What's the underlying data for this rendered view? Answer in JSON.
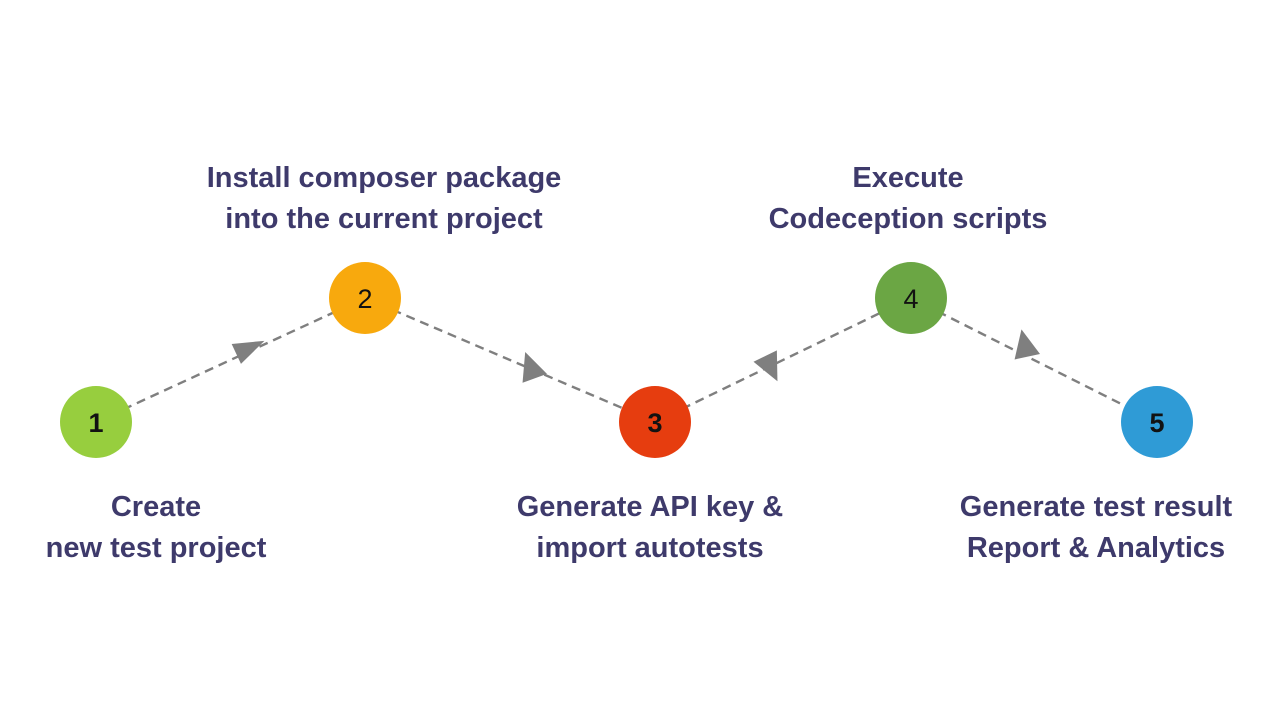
{
  "diagram": {
    "background": "#FFFFFF",
    "text_color": "#3E3A6B",
    "number_color": "#121212",
    "connector": {
      "style": "dashed",
      "color": "#7F7F7F",
      "arrowhead_color": "#7F7F7F"
    },
    "steps": [
      {
        "number": "1",
        "circle_color": "#97CE3E",
        "label_line1": "Create",
        "label_line2": "new test project",
        "label_position": "below"
      },
      {
        "number": "2",
        "circle_color": "#F8A90D",
        "label_line1": "Install composer package",
        "label_line2": "into the current project",
        "label_position": "above"
      },
      {
        "number": "3",
        "circle_color": "#E63D0F",
        "label_line1": "Generate API key &",
        "label_line2": "import autotests",
        "label_position": "below"
      },
      {
        "number": "4",
        "circle_color": "#6BA644",
        "label_line1": "Execute",
        "label_line2": "Codeception scripts",
        "label_position": "above"
      },
      {
        "number": "5",
        "circle_color": "#2F9BD6",
        "label_line1": "Generate test result",
        "label_line2": "Report & Analytics",
        "label_position": "below"
      }
    ]
  }
}
